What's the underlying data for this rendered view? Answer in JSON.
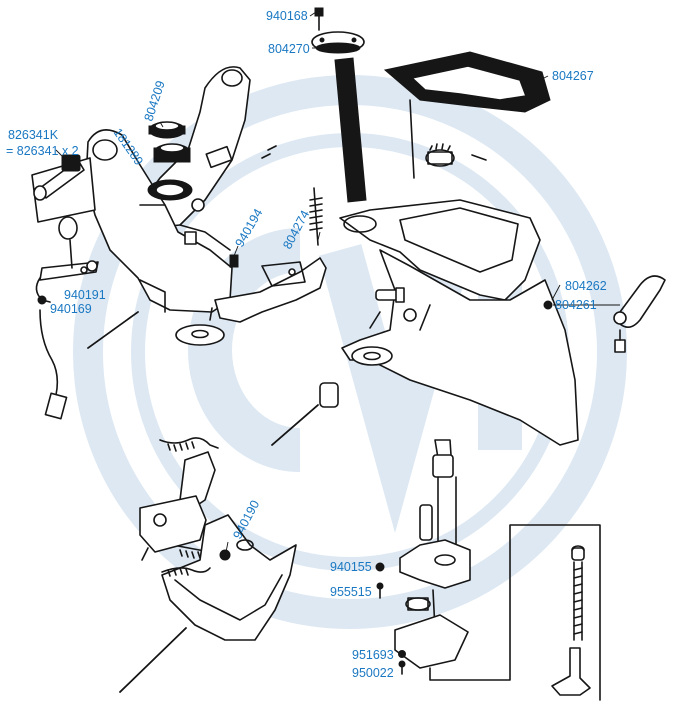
{
  "watermark": {
    "text": "CVI",
    "color": "#dde8f3"
  },
  "colors": {
    "label": "#1a78c2",
    "ink": "#161616",
    "seal": "#2a4f8a"
  },
  "labels": {
    "p940168": "940168",
    "p804270": "804270",
    "p804267": "804267",
    "p804209": "804209",
    "p181289": "181289",
    "p826341K": "826341K",
    "p826341x2": "= 826341 x 2",
    "p940194": "940194",
    "p804274": "804274",
    "p804262": "804262",
    "p804261": "804261",
    "p940191": "940191",
    "p940169": "940169",
    "p940190": "940190",
    "p940155": "940155",
    "p955515": "955515",
    "p951693": "951693",
    "p950022": "950022"
  }
}
